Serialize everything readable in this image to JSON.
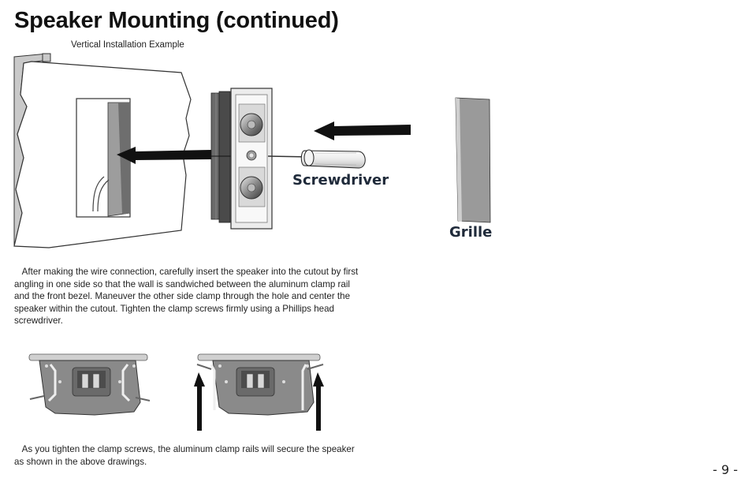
{
  "page": {
    "title": "Speaker Mounting (continued)",
    "caption": "Vertical Installation Example",
    "labels": {
      "screwdriver": "Screwdriver",
      "grille": "Grille"
    },
    "paragraph1": "After making the wire connection, carefully insert the speaker into the cutout by first angling in one side so that the wall is sandwiched between the aluminum clamp rail and the front bezel. Maneuver the other side clamp through the hole and center the speaker within the cutout. Tighten the clamp screws firmly using a Phillips head screwdriver.",
    "paragraph2": "As you tighten the clamp screws, the aluminum clamp rails will secure the speaker as shown in the above drawings.",
    "page_number": "- 9 -"
  }
}
